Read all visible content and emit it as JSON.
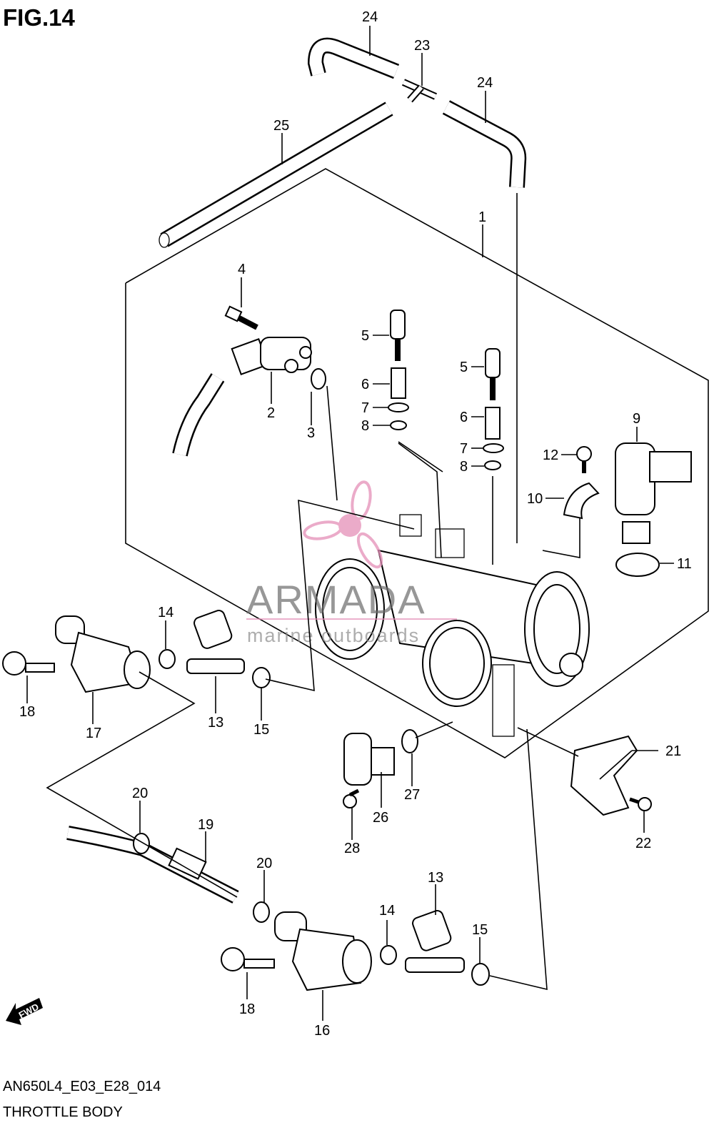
{
  "figure": {
    "title": "FIG.14",
    "code": "AN650L4_E03_E28_014",
    "caption": "THROTTLE BODY"
  },
  "watermark": {
    "brand": "ARMADA",
    "tagline": "marine outboards",
    "color": "#e58fb8"
  },
  "fwd_label": "FWD",
  "callouts": [
    {
      "id": "c1",
      "label": "1"
    },
    {
      "id": "c2",
      "label": "2"
    },
    {
      "id": "c3",
      "label": "3"
    },
    {
      "id": "c4",
      "label": "4"
    },
    {
      "id": "c5a",
      "label": "5"
    },
    {
      "id": "c5b",
      "label": "5"
    },
    {
      "id": "c6a",
      "label": "6"
    },
    {
      "id": "c6b",
      "label": "6"
    },
    {
      "id": "c7a",
      "label": "7"
    },
    {
      "id": "c7b",
      "label": "7"
    },
    {
      "id": "c8a",
      "label": "8"
    },
    {
      "id": "c8b",
      "label": "8"
    },
    {
      "id": "c9",
      "label": "9"
    },
    {
      "id": "c10",
      "label": "10"
    },
    {
      "id": "c11",
      "label": "11"
    },
    {
      "id": "c12",
      "label": "12"
    },
    {
      "id": "c13a",
      "label": "13"
    },
    {
      "id": "c13b",
      "label": "13"
    },
    {
      "id": "c14a",
      "label": "14"
    },
    {
      "id": "c14b",
      "label": "14"
    },
    {
      "id": "c15a",
      "label": "15"
    },
    {
      "id": "c15b",
      "label": "15"
    },
    {
      "id": "c16",
      "label": "16"
    },
    {
      "id": "c17",
      "label": "17"
    },
    {
      "id": "c18a",
      "label": "18"
    },
    {
      "id": "c18b",
      "label": "18"
    },
    {
      "id": "c19",
      "label": "19"
    },
    {
      "id": "c20a",
      "label": "20"
    },
    {
      "id": "c20b",
      "label": "20"
    },
    {
      "id": "c21",
      "label": "21"
    },
    {
      "id": "c22",
      "label": "22"
    },
    {
      "id": "c23",
      "label": "23"
    },
    {
      "id": "c24a",
      "label": "24"
    },
    {
      "id": "c24b",
      "label": "24"
    },
    {
      "id": "c25",
      "label": "25"
    },
    {
      "id": "c26",
      "label": "26"
    },
    {
      "id": "c27",
      "label": "27"
    },
    {
      "id": "c28",
      "label": "28"
    }
  ]
}
